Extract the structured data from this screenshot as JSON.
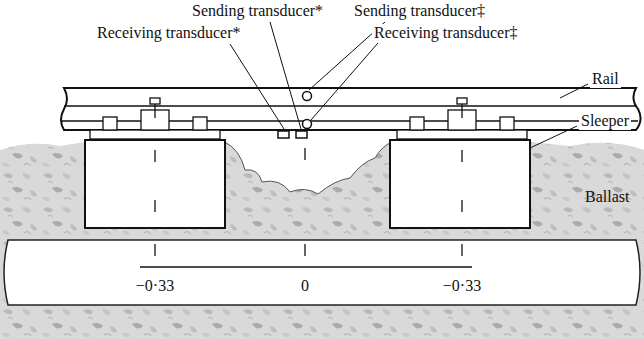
{
  "diagram": {
    "labels": [
      "Sending transducer*",
      "Sending transducer‡",
      "Receiving transducer*",
      "Receiving transducer‡",
      "Rail",
      "Sleeper",
      "Ballast",
      "−0·33",
      "0",
      "−0·33"
    ]
  }
}
